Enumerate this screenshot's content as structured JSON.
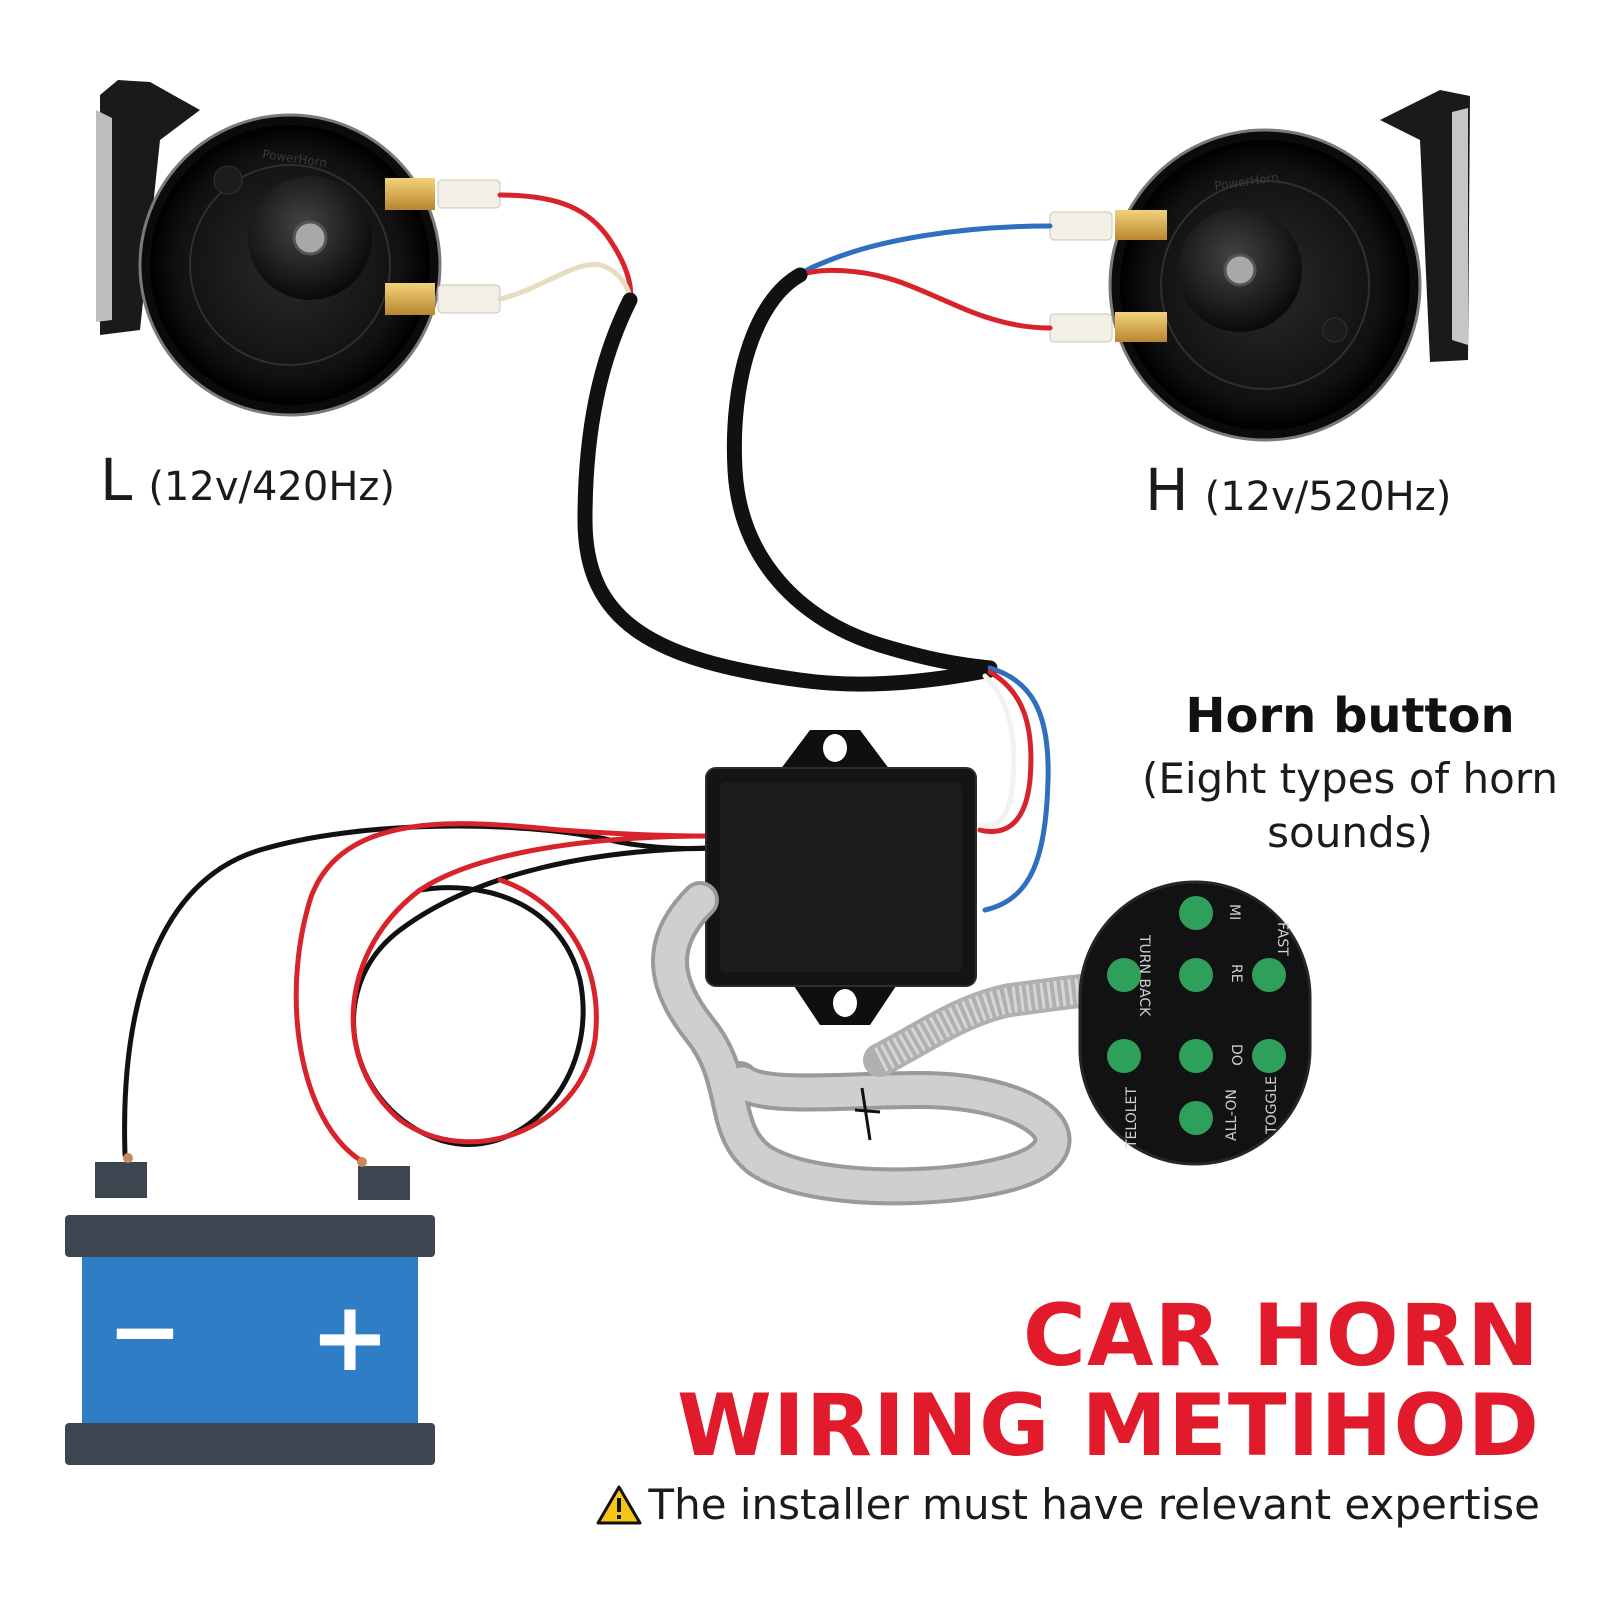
{
  "horns": {
    "left": {
      "letter": "L",
      "spec": "(12v/420Hz)"
    },
    "right": {
      "letter": "H",
      "spec": "(12v/520Hz)"
    }
  },
  "horn_brand": "PowerHorn",
  "horn_button": {
    "title": "Horn button",
    "subtitle": "(Eight types of horn sounds)",
    "keys": [
      "TURN BACK",
      "MI",
      "FAST",
      "RE",
      "DO",
      "TELOLET",
      "ALL-ON",
      "TOGGLE"
    ]
  },
  "battery": {
    "negative_symbol": "−",
    "positive_symbol": "+"
  },
  "headline": {
    "line1": "CAR HORN",
    "line2": "WIRING METIHOD"
  },
  "warning": {
    "icon": "warning-triangle-icon",
    "text": "The installer must have relevant expertise"
  },
  "colors": {
    "title_red": "#e11b2c",
    "battery_blue": "#2f7dc4",
    "battery_dark": "#3d4550",
    "button_green": "#2fa05c",
    "wire_red": "#d8232a",
    "wire_blue": "#2f6fc0"
  }
}
